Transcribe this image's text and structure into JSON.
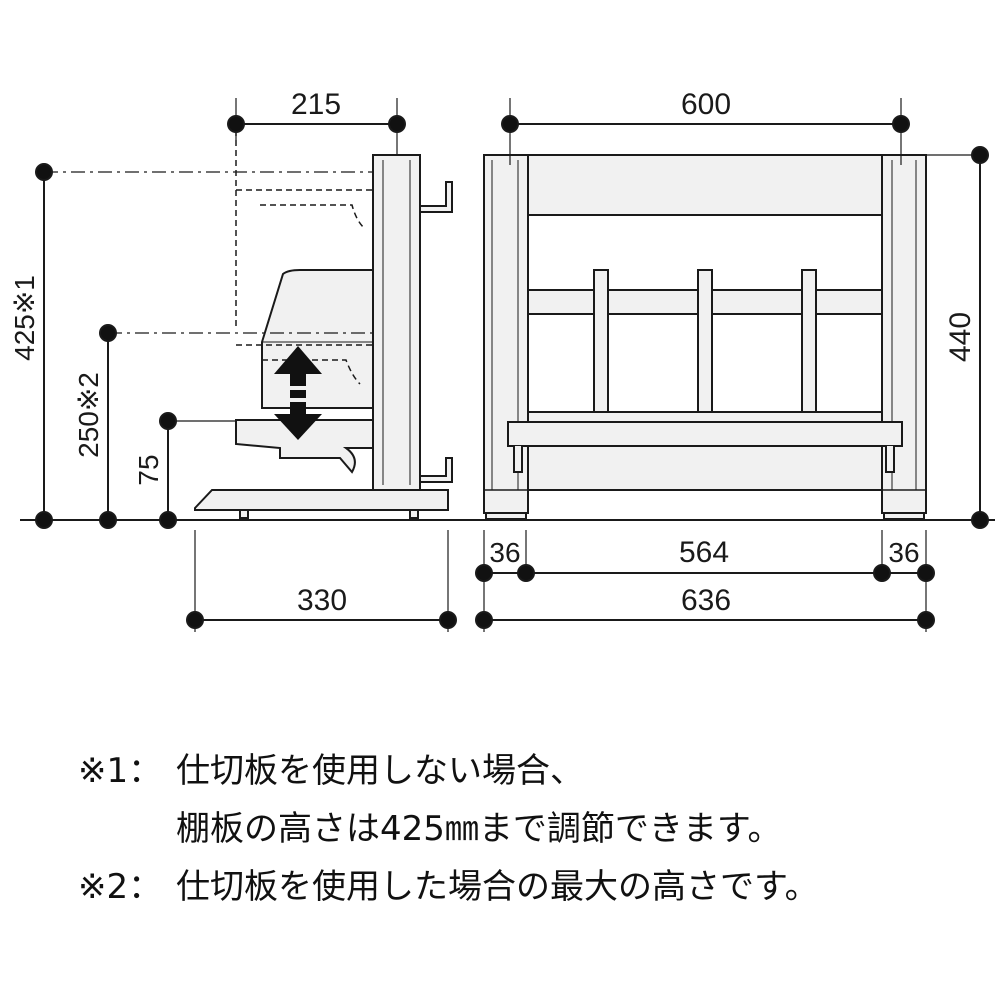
{
  "dimensions": {
    "side_top_width": "215",
    "side_total_height": "425※1",
    "side_shelf_max_height": "250※2",
    "side_shelf_min_height": "75",
    "side_depth": "330",
    "front_inner_width": "600",
    "front_height": "440",
    "front_left_post": "36",
    "front_span": "564",
    "front_right_post": "36",
    "front_total_width": "636"
  },
  "notes": [
    {
      "mark": "※1：",
      "lines": [
        "仕切板を使用しない場合、",
        "棚板の高さは425㎜まで調節できます。"
      ]
    },
    {
      "mark": "※2：",
      "lines": [
        "仕切板を使用した場合の最大の高さです。"
      ]
    }
  ],
  "colors": {
    "line": "#1a1a1a",
    "fill": "#f1f1f1",
    "arrow": "#111111"
  }
}
